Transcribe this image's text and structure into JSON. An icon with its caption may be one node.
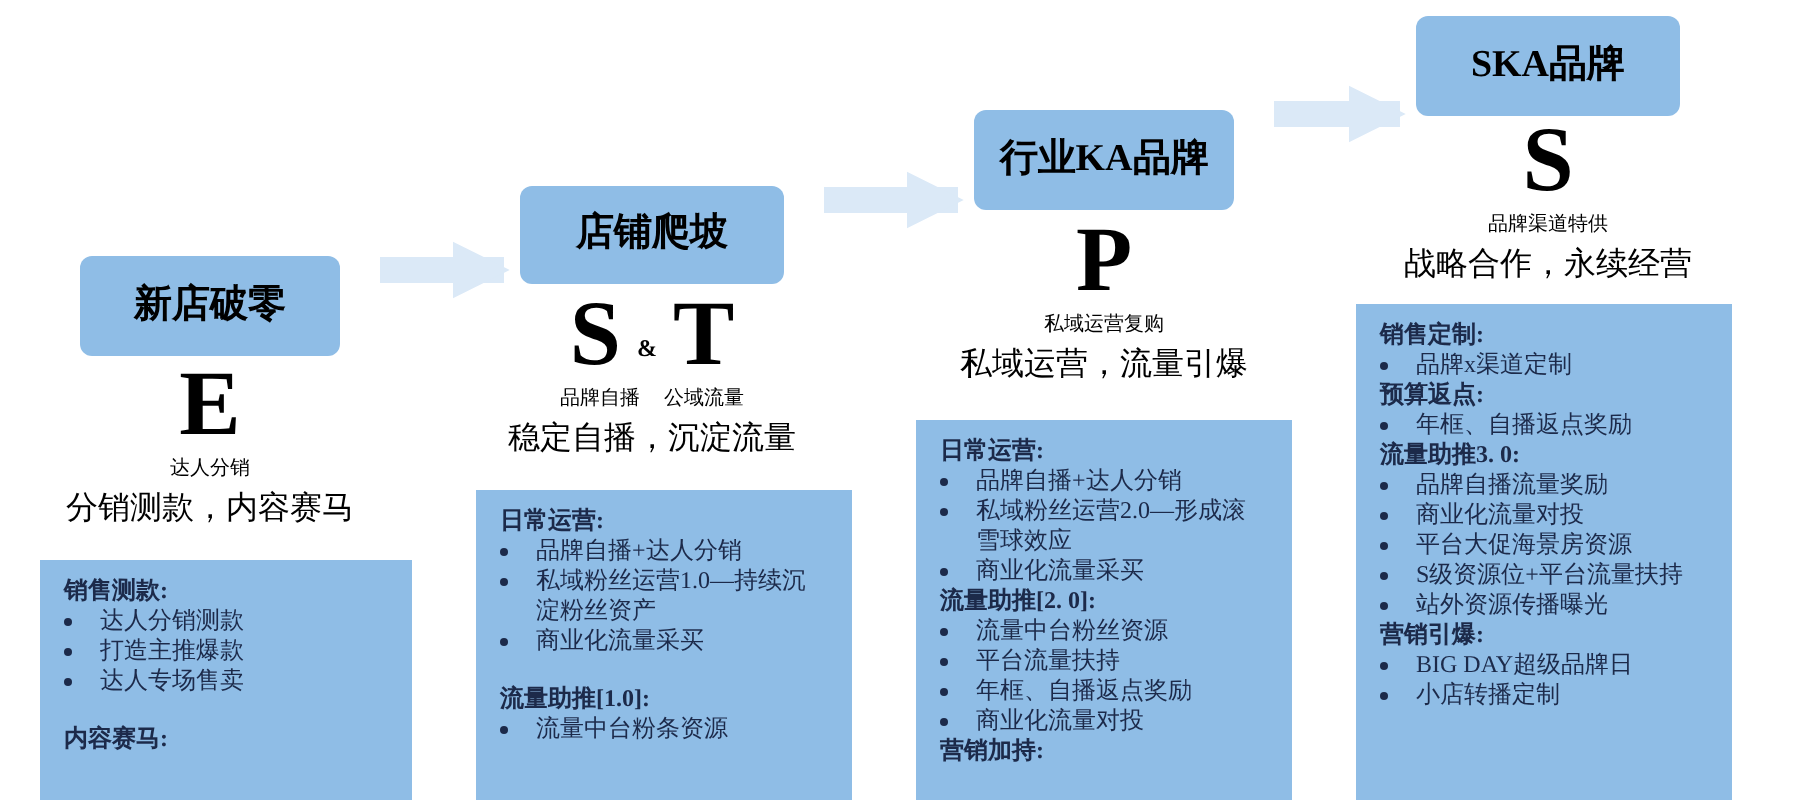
{
  "diagram": {
    "nodes": [
      {
        "text": [
          "新店破零"
        ],
        "beside": [
          "E",
          "达人分销",
          "分销测款，内容赛马"
        ]
      },
      {
        "text": [
          "销售测款:",
          "达人分销测款",
          "打造主推爆款",
          "达人专场售卖",
          "内容赛马:"
        ]
      },
      {
        "text": [
          "店铺爬坡"
        ],
        "beside": [
          "S",
          "&",
          "T",
          "品牌自播",
          "公域流量",
          "稳定自播，沉淀流量"
        ]
      },
      {
        "text": [
          "日常运营:",
          "品牌自播+达人分销",
          "私域粉丝运营1.0—持续沉淀粉丝资产",
          "商业化流量采买",
          "流量助推[1.0]:",
          "流量中台粉条资源"
        ]
      },
      {
        "text": [
          "行业KA品牌"
        ],
        "beside": [
          "P",
          "私域运营复购",
          "私域运营，流量引爆"
        ]
      },
      {
        "text": [
          "日常运营:",
          "品牌自播+达人分销",
          "私域粉丝运营2.0—形成滚雪球效应",
          "商业化流量采买",
          "流量助推[2. 0]:",
          "流量中台粉丝资源",
          "平台流量扶持",
          "年框、自播返点奖励",
          "商业化流量对投",
          "营销加持:"
        ]
      },
      {
        "text": [
          "SKA品牌"
        ],
        "beside": [
          "S",
          "品牌渠道特供",
          "战略合作，永续经营"
        ]
      },
      {
        "text": [
          "销售定制:",
          "品牌x渠道定制",
          "预算返点:",
          "年框、自播返点奖励",
          "流量助推3. 0:",
          "品牌自播流量奖励",
          "商业化流量对投",
          "平台大促海景房资源",
          "S级资源位+平台流量扶持",
          "站外资源传播曝光",
          "营销引爆:",
          "BIG DAY超级品牌日",
          "小店转播定制"
        ]
      }
    ],
    "edges": [
      {
        "from": 0,
        "to": 2,
        "arrow": "to"
      },
      {
        "from": 2,
        "to": 4,
        "arrow": "to"
      },
      {
        "from": 4,
        "to": 6,
        "arrow": "to"
      }
    ]
  }
}
